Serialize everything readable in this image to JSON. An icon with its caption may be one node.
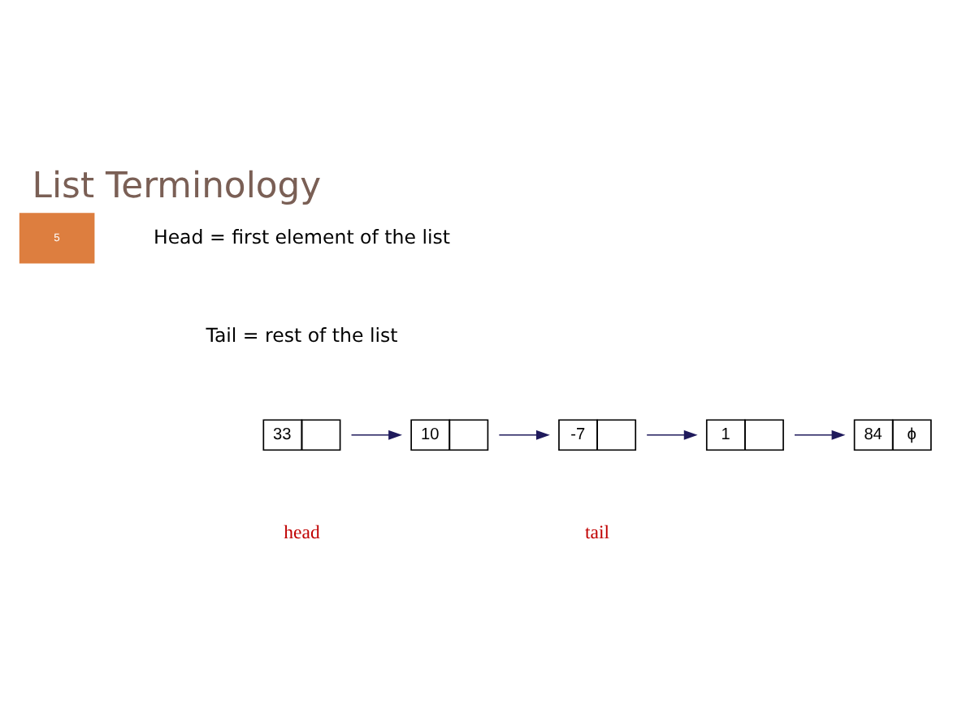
{
  "diagram": {
    "title": "List Terminology",
    "nodes": [
      {
        "text": [
          "33"
        ]
      },
      {
        "text": [
          "10"
        ]
      },
      {
        "text": [
          "-7"
        ]
      },
      {
        "text": [
          "1"
        ]
      },
      {
        "text": [
          "84",
          "ϕ"
        ]
      }
    ],
    "edges": [
      {
        "from": 0,
        "to": 1,
        "arrow": "to"
      },
      {
        "from": 1,
        "to": 2,
        "arrow": "to"
      },
      {
        "from": 2,
        "to": 3,
        "arrow": "to"
      },
      {
        "from": 3,
        "to": 4,
        "arrow": "to"
      }
    ],
    "labels": [
      "5",
      "Head = first element of the list",
      "Tail = rest of the list",
      "head",
      "tail"
    ]
  }
}
